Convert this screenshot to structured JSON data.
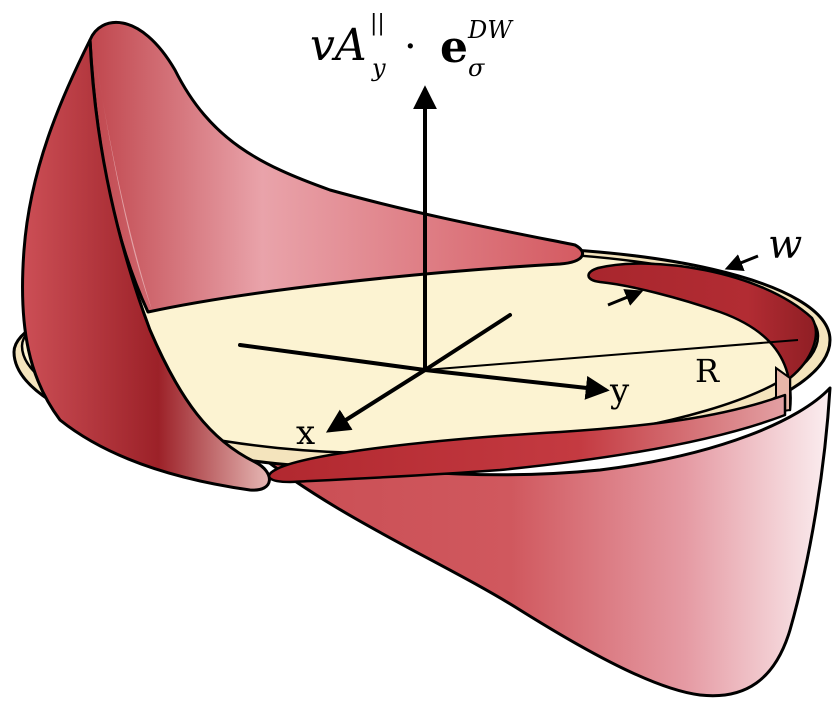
{
  "diagram": {
    "vertical_axis_label": {
      "base": "vA",
      "superscript": "||",
      "subscript": "y",
      "dot": "·",
      "e": "e",
      "e_superscript": "DW",
      "e_subscript": "σ"
    },
    "x_axis_label": "x",
    "y_axis_label": "y",
    "radius_label": "R",
    "width_label": "w",
    "colors": {
      "disc_fill": "#fcf3d2",
      "surface_red": "#d4565c",
      "surface_dark": "#a82a30",
      "surface_light": "#f1d2d6",
      "outline": "#000000"
    }
  }
}
